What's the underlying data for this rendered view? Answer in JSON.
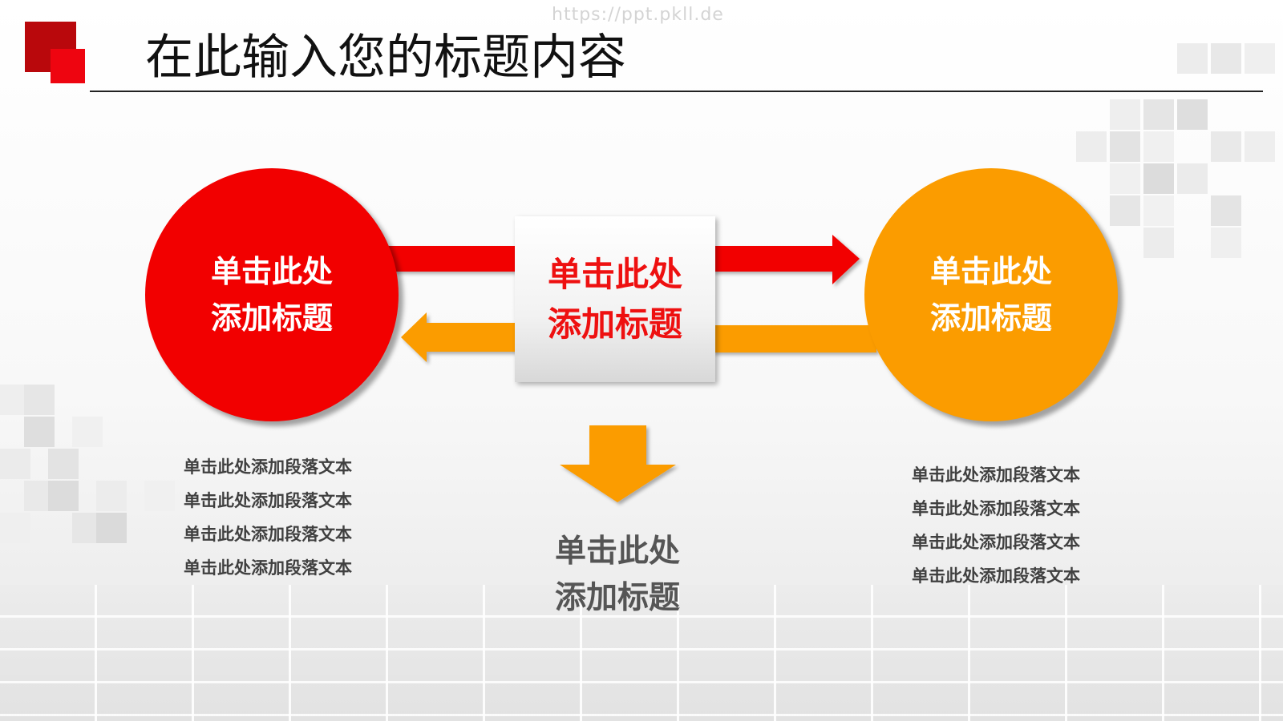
{
  "watermark": "https://ppt.pkll.de",
  "header": {
    "title": "在此输入您的标题内容"
  },
  "diagram": {
    "left_circle": {
      "line1": "单击此处",
      "line2": "添加标题"
    },
    "center_box": {
      "line1": "单击此处",
      "line2": "添加标题"
    },
    "right_circle": {
      "line1": "单击此处",
      "line2": "添加标题"
    },
    "bottom_node": {
      "line1": "单击此处",
      "line2": "添加标题"
    }
  },
  "paragraphs": {
    "left": "单击此处添加段落文本单击此处添加段落文本单击此处添加段落文本单击此处添加段落文本",
    "right": "单击此处添加段落文本单击此处添加段落文本单击此处添加段落文本单击此处添加段落文本"
  },
  "colors": {
    "red": "#f20000",
    "orange": "#fb9c00",
    "logo_dark_red": "#b9080c",
    "logo_red": "#ee0510"
  }
}
